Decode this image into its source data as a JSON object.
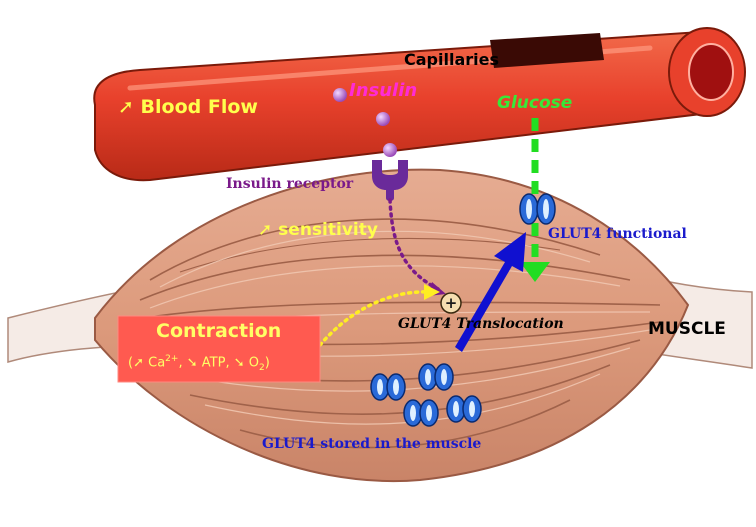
{
  "labels": {
    "capillaries": "Capillaries",
    "blood_flow": "Blood Flow",
    "insulin": "Insulin",
    "glucose": "Glucose",
    "insulin_receptor": "Insulin receptor",
    "sensitivity": "sensitivity",
    "glut4_functional": "GLUT4 functional",
    "contraction_title": "Contraction",
    "contraction_factors": {
      "open": "(",
      "ca": "Ca",
      "ca_sup": "2+",
      "ca_tail": ",",
      "atp": "ATP,",
      "o2": "O",
      "o2_sub": "2",
      "close": ")"
    },
    "glut4_translocation": "GLUT4 Translocation",
    "muscle": "MUSCLE",
    "glut4_stored": "GLUT4 stored in the muscle",
    "plus_sign": "+"
  },
  "symbols": {
    "increase_arrow": "➚",
    "decrease_arrow": "➘"
  },
  "colors": {
    "blood_vessel": "#e8412c",
    "blood_vessel_dark": "#b82a17",
    "blood_lumen": "#a01010",
    "muscle_fill": "#de9e82",
    "muscle_line": "#9a5a44",
    "tendon": "#f5ebe6",
    "blood_flow_text": "#ffff4d",
    "insulin_text": "#ff2bd6",
    "insulin_molecule": "#c07ad8",
    "glucose_text": "#38e838",
    "glucose_arrow": "#22dd22",
    "receptor": "#6a2a9a",
    "receptor_text": "#7a1a8a",
    "receptor_path": "#7a1a8a",
    "sensitivity_text": "#ffff4d",
    "glut4_text": "#1a1acc",
    "glut4_fill": "#2a6ad8",
    "translocation_arrow": "#1010d0",
    "contraction_box": "#ff5a50",
    "contraction_text": "#ffff66",
    "contraction_path": "#ffee22",
    "plus_fill": "#f5deb0"
  }
}
